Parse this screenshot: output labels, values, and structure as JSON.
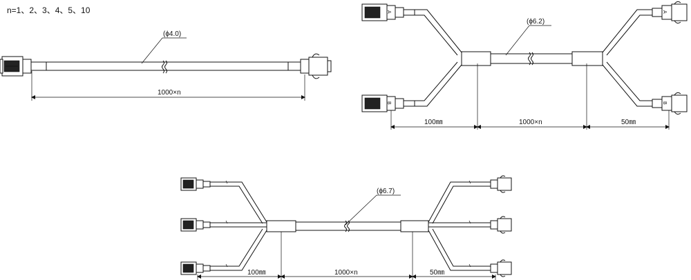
{
  "note": "n=1、2、3、4、5、10",
  "cable1": {
    "diameter": "(ϕ4.0)",
    "length": "1000×n"
  },
  "cable2": {
    "diameter": "(ϕ6.2)",
    "dim_left": "100㎜",
    "dim_mid": "1000×n",
    "dim_right": "50㎜",
    "tag_a": "A",
    "tag_b": "B"
  },
  "cable3": {
    "diameter": "(ϕ6.7)",
    "dim_left": "100㎜",
    "dim_mid": "1000×n",
    "dim_right": "50㎜"
  }
}
